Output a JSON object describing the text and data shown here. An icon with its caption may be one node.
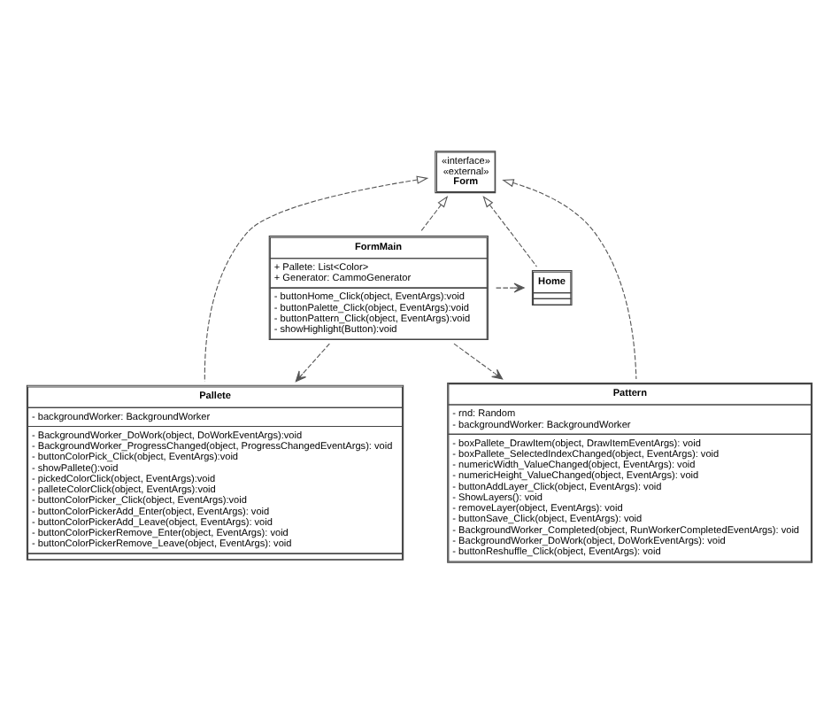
{
  "diagram": {
    "nodes": [
      {
        "text": [
          "«interface»",
          "«external»",
          "Form"
        ]
      },
      {
        "text": [
          "FormMain",
          "+ Pallete: List<Color>",
          "+ Generator: CammoGenerator",
          "- buttonHome_Click(object, EventArgs):void",
          "- buttonPalette_Click(object, EventArgs):void",
          "- buttonPattern_Click(object, EventArgs):void",
          "- showHighlight(Button):void"
        ]
      },
      {
        "text": [
          "Home"
        ]
      },
      {
        "text": [
          "Pallete",
          "- backgroundWorker: BackgroundWorker",
          "- BackgroundWorker_DoWork(object, DoWorkEventArgs):void",
          "- BackgroundWorker_ProgressChanged(object, ProgressChangedEventArgs): void",
          "- buttonColorPick_Click(object, EventArgs):void",
          "- showPallete():void",
          "- pickedColorClick(object, EventArgs):void",
          "- palleteColorClick(object, EventArgs):void",
          "- buttonColorPicker_Click(object, EventArgs):void",
          "- buttonColorPickerAdd_Enter(object, EventArgs): void",
          "- buttonColorPickerAdd_Leave(object, EventArgs): void",
          "- buttonColorPickerRemove_Enter(object, EventArgs): void",
          "- buttonColorPickerRemove_Leave(object, EventArgs): void"
        ]
      },
      {
        "text": [
          "Pattern",
          "- rnd: Random",
          "- backgroundWorker: BackgroundWorker",
          "- boxPallete_DrawItem(object, DrawItemEventArgs): void",
          "- boxPallete_SelectedIndexChanged(object, EventArgs): void",
          "- numericWidth_ValueChanged(object, EventArgs): void",
          "- numericHeight_ValueChanged(object, EventArgs): void",
          "- buttonAddLayer_Click(object, EventArgs): void",
          "- ShowLayers(): void",
          "- removeLayer(object, EventArgs): void",
          "- buttonSave_Click(object, EventArgs): void",
          "- BackgroundWorker_Completed(object, RunWorkerCompletedEventArgs): void",
          "- BackgroundWorker_DoWork(object, DoWorkEventArgs): void",
          "- buttonReshuffle_Click(object, EventArgs): void"
        ]
      }
    ],
    "edges": [
      {
        "from": 1,
        "to": 0,
        "arrow": "to",
        "style": "dashed"
      },
      {
        "from": 2,
        "to": 0,
        "arrow": "to",
        "style": "dashed"
      },
      {
        "from": 3,
        "to": 0,
        "arrow": "to",
        "style": "dashed"
      },
      {
        "from": 4,
        "to": 0,
        "arrow": "to",
        "style": "dashed"
      },
      {
        "from": 1,
        "to": 2,
        "arrow": "to",
        "style": "dashed"
      },
      {
        "from": 1,
        "to": 3,
        "arrow": "to",
        "style": "dashed"
      },
      {
        "from": 1,
        "to": 4,
        "arrow": "to",
        "style": "dashed"
      }
    ]
  }
}
